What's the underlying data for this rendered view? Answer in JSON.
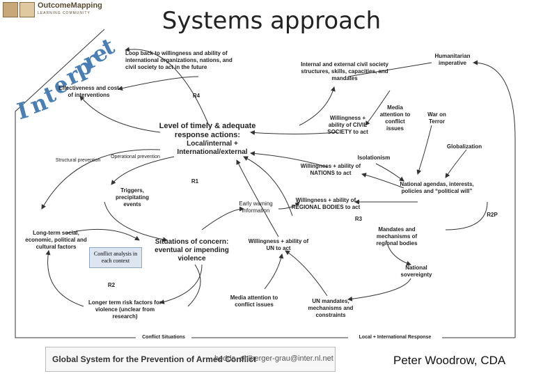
{
  "logo": {
    "name": "OutcomeMapping",
    "sub": "LEARNING COMMUNITY"
  },
  "title": "Systems approach",
  "interpret_letters": [
    "I",
    "n",
    "t",
    "e",
    "r",
    "p",
    "r",
    "e",
    "t"
  ],
  "nodes": {
    "loop_back": "Loop back to willingness and ability of international organizations, nations, and civil society to act in the future",
    "humanitarian": "Humanitarian imperative",
    "internal_external": "Internal and external civil society structures, skills, capacities, and mandates",
    "effectiveness": "Effectiveness and cost of interventions",
    "r4": "R4",
    "media_attention_top": "Media attention to conflict issues",
    "war_on_terror": "War on Terror",
    "willingness_civil": "Willingness + ability of CIVIL SOCIETY to act",
    "level_response": "Level of timely & adequate response actions:",
    "local_international": "Local/internal + International/external",
    "globalization": "Globalization",
    "isolationism": "Isolationism",
    "structural_prevention": "Structural prevention",
    "operational_prevention": "Operational prevention",
    "willingness_nations": "Willingness + ability of NATIONS to act",
    "national_agendas": "National agendas, interests, policies and “political will”",
    "r1": "R1",
    "triggers": "Triggers, precipitating events",
    "early_warning": "Early warning information",
    "willingness_regional": "Willingness + ability of REGIONAL BODIES to act",
    "r2p": "R2P",
    "r3": "R3",
    "long_term_social": "Long-term social, economic, political and cultural factors",
    "conflict_analysis": "Conflict analysis in each context",
    "situations": "Situations of concern: eventual or impending violence",
    "mandates_regional": "Mandates and mechanisms of regional bodies",
    "willingness_un": "Willingness + ability of UN to act",
    "national_sovereignty": "National sovereignty",
    "r2": "R2",
    "longer_term_risk": "Longer term risk factors for violence (unclear from research)",
    "media_attention_bottom": "Media attention to conflict issues",
    "un_mandates": "UN mandates, mechanisms and constraints",
    "conflict_situations": "Conflict Situations",
    "local_intl_response": "Local + International Response"
  },
  "footer": {
    "diagram_title": "Global System for the Prevention of Armed Conflict",
    "email": "hedda. ohlberger-grau@inter.nl.net",
    "author": "Peter Woodrow, CDA"
  }
}
